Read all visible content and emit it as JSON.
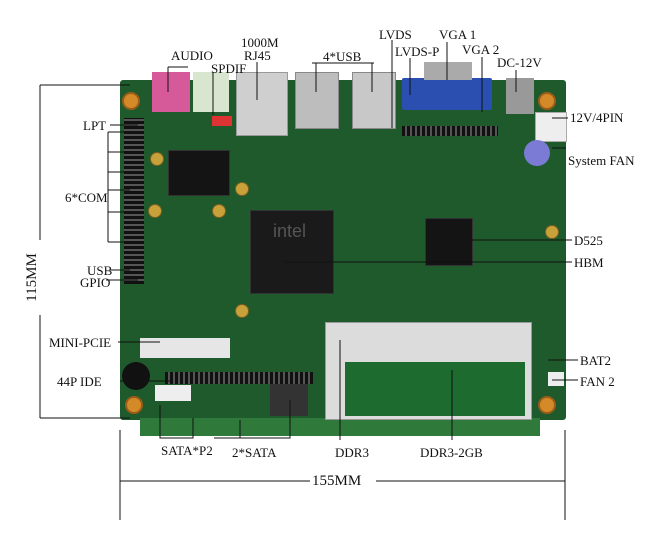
{
  "labels": {
    "audio": "AUDIO",
    "spdif": "SPDIF",
    "rj45_top": "1000M",
    "rj45": "RJ45",
    "usb4": "4*USB",
    "lvds": "LVDS",
    "lvds_p": "LVDS-P",
    "vga1": "VGA 1",
    "vga2": "VGA 2",
    "dc12v": "DC-12V",
    "pin4": "12V/4PIN",
    "sysfan": "System FAN",
    "lpt": "LPT",
    "com6": "6*COM",
    "usb": "USB",
    "gpio": "GPIO",
    "d525": "D525",
    "hbm": "HBM",
    "minipcie": "MINI-PCIE",
    "ide": "44P IDE",
    "bat2": "BAT2",
    "fan2": "FAN 2",
    "satap2": "SATA*P2",
    "sata2": "2*SATA",
    "ddr3": "DDR3",
    "ddr3_2gb": "DDR3-2GB",
    "width": "155MM",
    "height": "115MM",
    "chip_brand": "intel"
  },
  "colors": {
    "pcb": "#1f5a2c",
    "vga": "#2a4fb0",
    "audio_pink": "#d65a9a"
  }
}
